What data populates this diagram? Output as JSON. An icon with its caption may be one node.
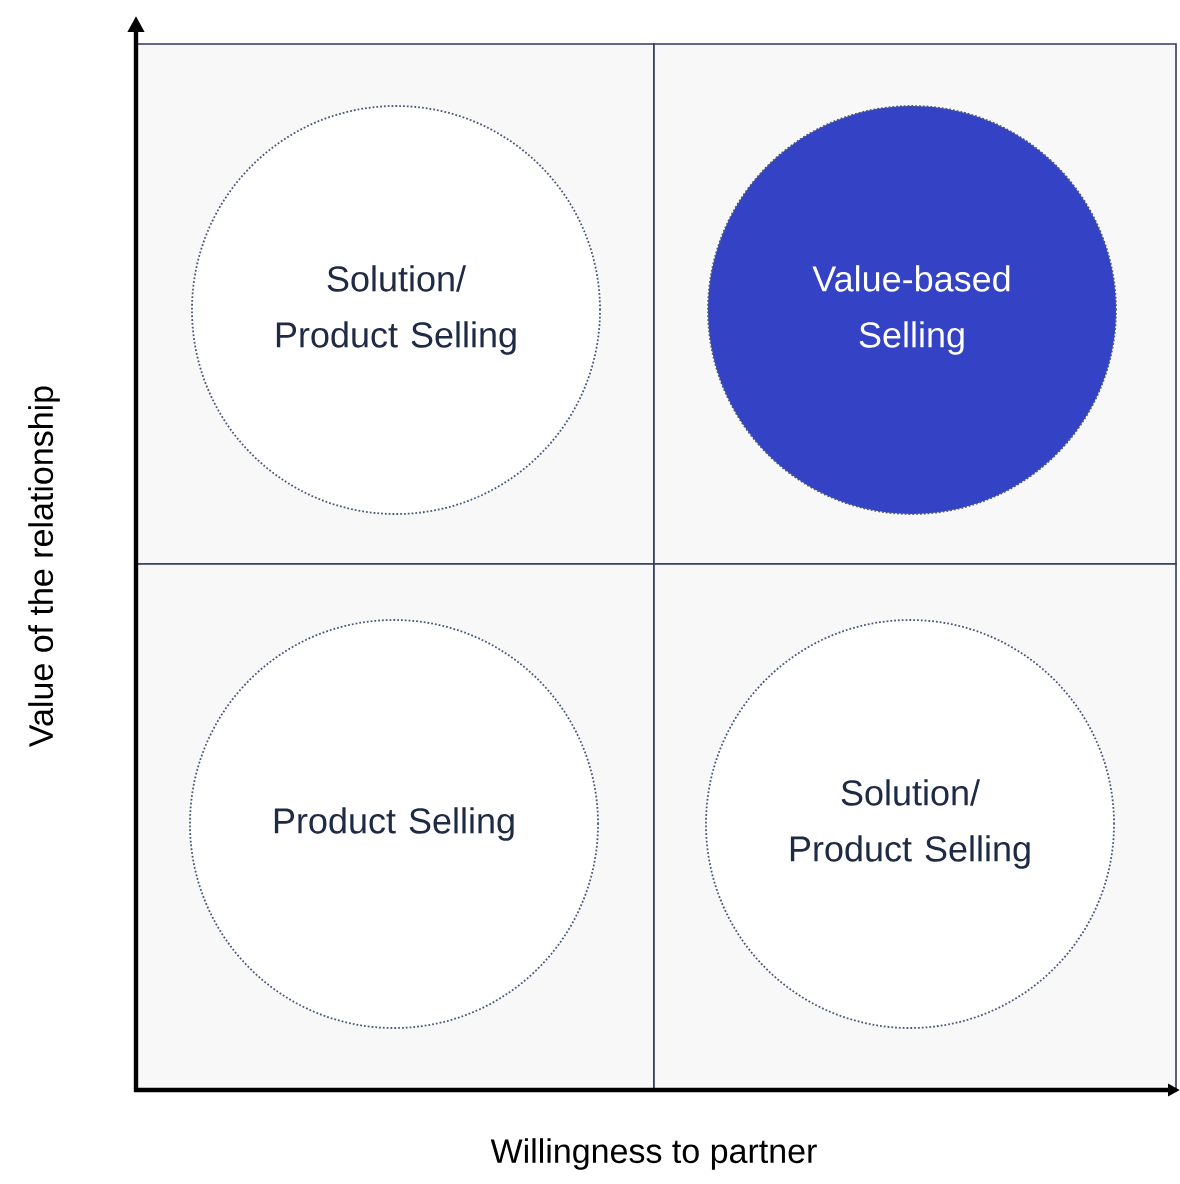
{
  "diagram": {
    "nodes": [
      {
        "text": [
          "Solution/ Product Selling"
        ]
      },
      {
        "text": [
          "Value-based Selling"
        ]
      },
      {
        "text": [
          "Product Selling"
        ]
      },
      {
        "text": [
          "Solution/ Product Selling"
        ]
      }
    ],
    "labels": [
      "Value of the relationship",
      "Willingness to partner"
    ]
  }
}
